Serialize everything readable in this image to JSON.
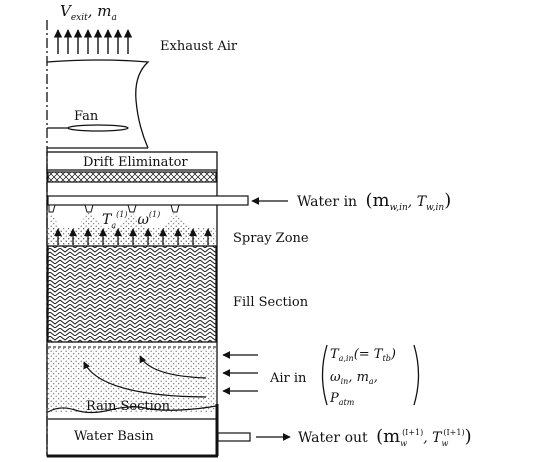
{
  "labels": {
    "top_var": "V",
    "top_var_sub": "exit",
    "top_comma": ", ",
    "top_m": "m",
    "top_m_sub": "a",
    "exhaust_air": "Exhaust Air",
    "fan": "Fan",
    "drift_eliminator": "Drift Eliminator",
    "water_in_text": "Water in",
    "water_in_vars": "(m",
    "water_in_sub1": "w,in",
    "water_in_mid": ", T",
    "water_in_sub2": "w,in",
    "water_in_close": ")",
    "spray_zone": "Spray Zone",
    "spray_T": "T",
    "spray_T_sub": "a",
    "spray_T_sup": "(1)",
    "spray_omega": "ω",
    "spray_omega_sup": "(1)",
    "fill_section": "Fill Section",
    "air_in": "Air in",
    "air_T": "T",
    "air_T_sub": "a,in",
    "air_T_rest": "(= T",
    "air_T_rest_sub": "tb",
    "air_T_close": ")",
    "air_omega": "ω",
    "air_omega_sub": "in",
    "air_ma": ", m",
    "air_ma_sub": "a",
    "air_ma_end": ",",
    "air_P": "P",
    "air_P_sub": "atm",
    "rain_section": "Rain Section",
    "water_basin": "Water Basin",
    "water_out_text": "Water out",
    "water_out_open": "(m",
    "water_out_sub1": "w",
    "water_out_sup1": "(I+1)",
    "water_out_mid": ", T",
    "water_out_sub2": "w",
    "water_out_sup2": "(I+1)",
    "water_out_close": ")"
  }
}
